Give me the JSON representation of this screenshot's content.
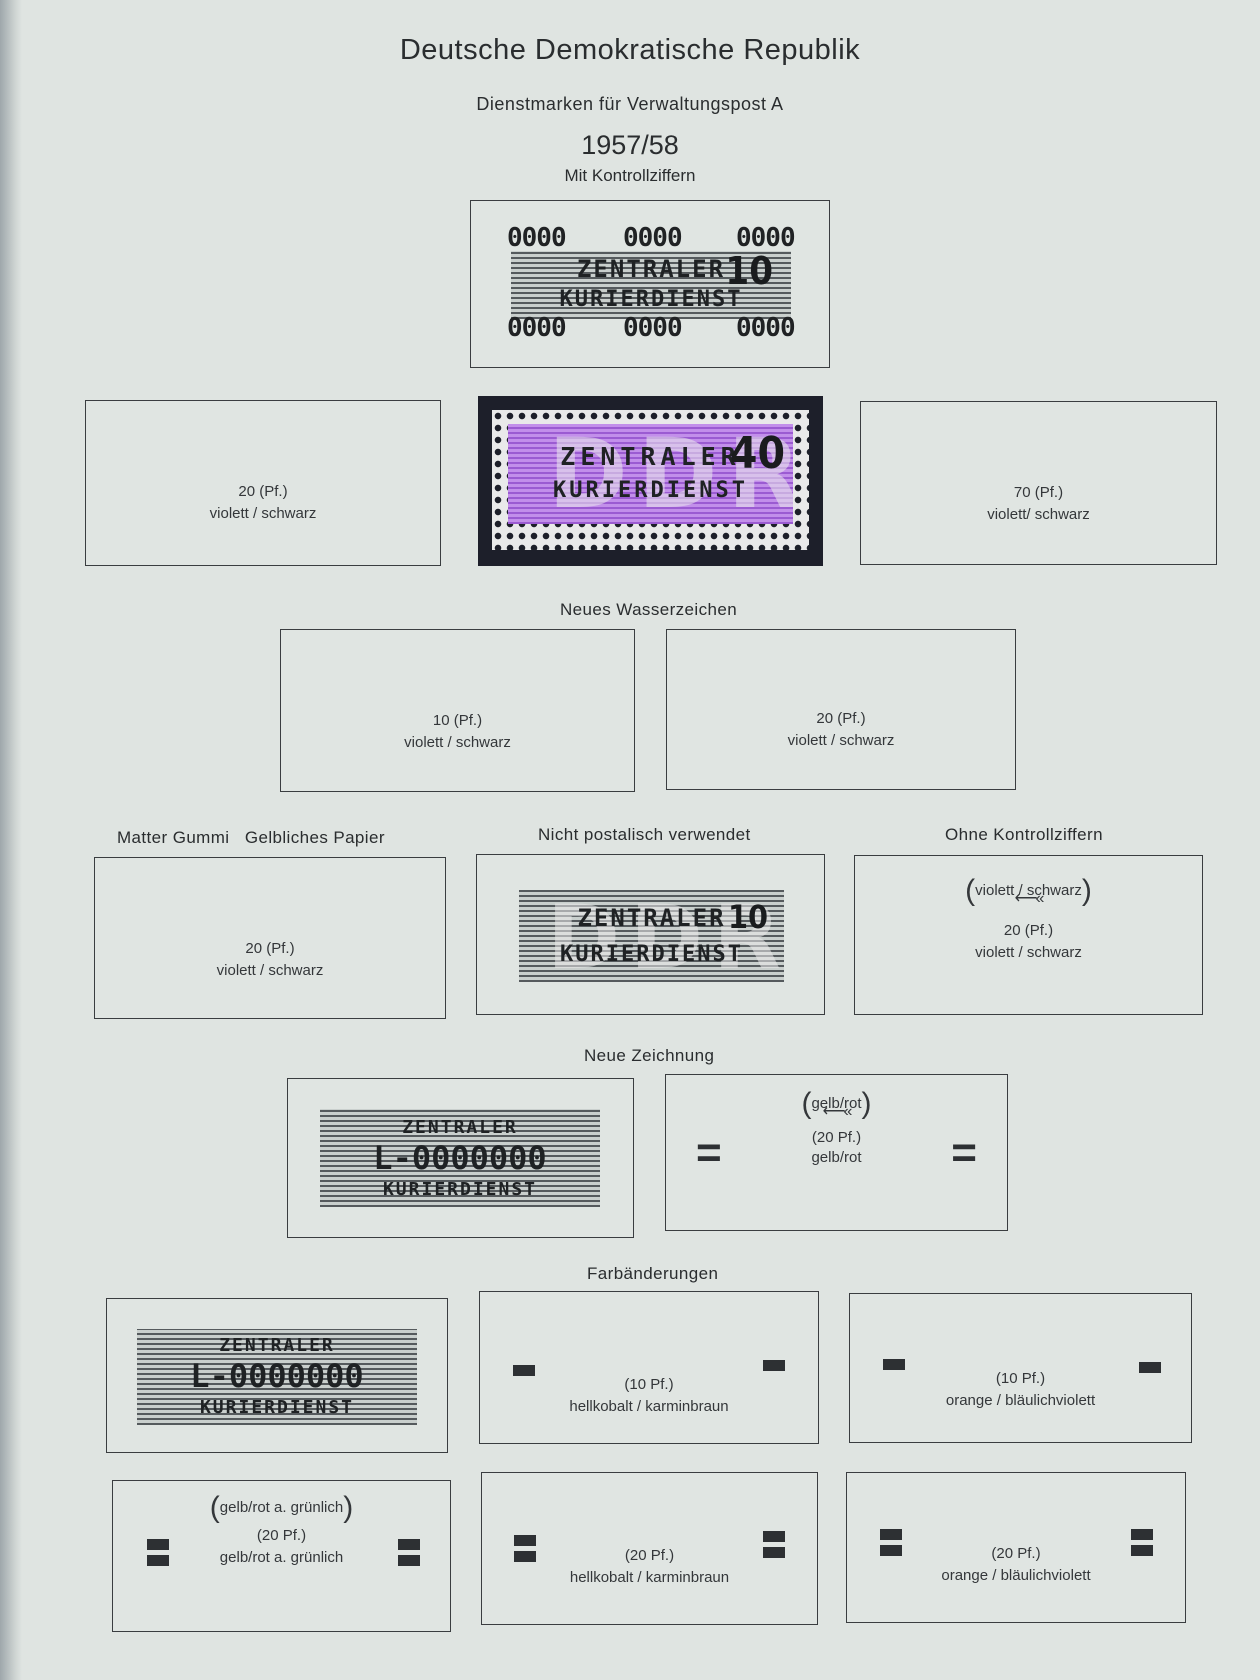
{
  "header": {
    "country": "Deutsche Demokratische Republik",
    "series": "Dienstmarken für Verwaltungspost A",
    "years": "1957/58",
    "subtitle": "Mit Kontrollziffern"
  },
  "sections": {
    "wasserzeichen": "Neues Wasserzeichen",
    "matter": "Matter Gummi   Gelbliches Papier",
    "nicht": "Nicht postalisch verwendet",
    "ohne": "Ohne Kontrollziffern",
    "zeichnung": "Neue Zeichnung",
    "farb": "Farbänderungen"
  },
  "stamp_text": {
    "line1": "ZENTRALER",
    "line2": "KURIERDIENST",
    "ddr": "DDR",
    "v10": "10",
    "v40": "40",
    "ctrl": "0000",
    "l_number": "L-0000000"
  },
  "slots": {
    "s20_row2": {
      "value": "20 (Pf.)",
      "color": "violett / schwarz"
    },
    "s70": {
      "value": "70 (Pf.)",
      "color": "violett/ schwarz"
    },
    "s10_wz": {
      "value": "10 (Pf.)",
      "color": "violett / schwarz"
    },
    "s20_wz": {
      "value": "20 (Pf.)",
      "color": "violett / schwarz"
    },
    "s20_matt": {
      "value": "20 (Pf.)",
      "color": "violett / schwarz"
    },
    "ohne_paren": "violett / schwarz",
    "ohne_arrow": "⟵«",
    "s20_ohne": {
      "value": "20 (Pf.)",
      "color": "violett / schwarz"
    },
    "gelb_paren": "gelb/rot",
    "gelb_arrow": "⟵«",
    "s20_gelb": {
      "value": "(20 Pf.)",
      "color": "gelb/rot"
    },
    "eq": "=",
    "f10_kobalt": {
      "value": "(10 Pf.)",
      "color": "hellkobalt / karminbraun"
    },
    "f10_orange": {
      "value": "(10 Pf.)",
      "color": "orange / bläulichviolett"
    },
    "gruen_paren": "gelb/rot a. grünlich",
    "f20_gruen": {
      "value": "(20 Pf.)",
      "color": "gelb/rot a. grünlich"
    },
    "f20_kobalt": {
      "value": "(20 Pf.)",
      "color": "hellkobalt / karminbraun"
    },
    "f20_orange": {
      "value": "(20 Pf.)",
      "color": "orange / bläulichviolett"
    }
  }
}
